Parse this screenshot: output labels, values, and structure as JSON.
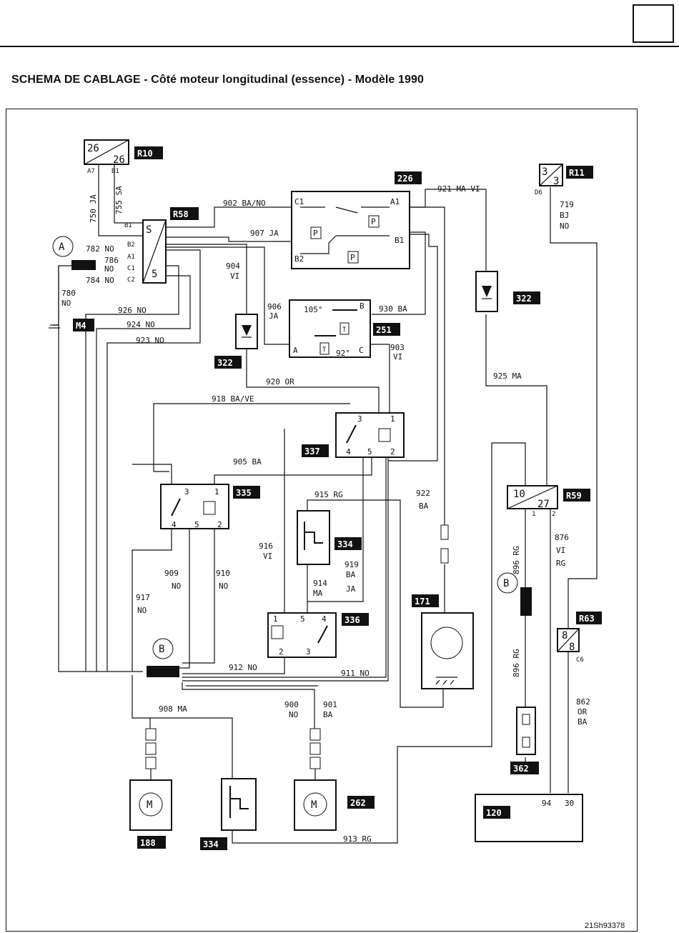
{
  "header": {
    "title": "SCHEMA DE CABLAGE - Côté moteur longitudinal (essence) - Modèle 1990",
    "reference": "21Sh93378"
  },
  "components": {
    "r10": {
      "tag": "R10",
      "pin_left": "26",
      "pin_right": "26",
      "pin_a": "A7",
      "pin_b": "B1"
    },
    "r11": {
      "tag": "R11",
      "pin_left": "3",
      "pin_right": "3",
      "pin_d": "D6"
    },
    "r58": {
      "tag": "R58",
      "pin_top": "S",
      "pin_bottom": "5",
      "pin_b1": "B1",
      "pin_b2": "B2",
      "pin_a1": "A1",
      "pin_c1": "C1",
      "pin_c2": "C2"
    },
    "r59": {
      "tag": "R59",
      "pin_left": "10",
      "pin_right": "27",
      "pin_1": "1",
      "pin_2": "2"
    },
    "r63": {
      "tag": "R63",
      "pin_top": "8",
      "pin_bottom": "8",
      "pin_c": "C6"
    },
    "c226": {
      "tag": "226",
      "c1": "C1",
      "a1": "A1",
      "b1": "B1",
      "b2": "B2",
      "p": "P"
    },
    "c251": {
      "tag": "251",
      "t105": "105°",
      "t92": "92°",
      "a": "A",
      "b": "B",
      "c": "C",
      "t": "T"
    },
    "c322a": {
      "tag": "322"
    },
    "c322b": {
      "tag": "322"
    },
    "c337": {
      "tag": "337",
      "p1": "1",
      "p2": "2",
      "p3": "3",
      "p4": "4",
      "p5": "5"
    },
    "c335": {
      "tag": "335",
      "p1": "1",
      "p2": "2",
      "p3": "3",
      "p4": "4",
      "p5": "5"
    },
    "c336": {
      "tag": "336",
      "p1": "1",
      "p2": "2",
      "p3": "3",
      "p4": "4",
      "p5": "5"
    },
    "c334a": {
      "tag": "334"
    },
    "c334b": {
      "tag": "334"
    },
    "c171": {
      "tag": "171"
    },
    "c362": {
      "tag": "362"
    },
    "c120": {
      "tag": "120",
      "pin94": "94",
      "pin30": "30"
    },
    "c188": {
      "tag": "188",
      "motor": "M"
    },
    "c262": {
      "tag": "262",
      "motor": "M"
    },
    "m4": {
      "tag": "M4"
    },
    "circle_a": "A",
    "circle_b1": "B",
    "circle_b2": "B"
  },
  "wires": {
    "w750": "750 JA",
    "w755": "755 SA",
    "w902": "902 BA/NO",
    "w907": "907 JA",
    "w921": "921 MA VI",
    "w719a": "719",
    "w719b": "BJ",
    "w719c": "NO",
    "w782": "782 NO",
    "w786": "786",
    "w786b": "NO",
    "w784": "784 NO",
    "w780a": "780",
    "w780b": "NO",
    "w904a": "904",
    "w904b": "VI",
    "w906a": "906",
    "w906b": "JA",
    "w930": "930 BA",
    "w926": "926 NO",
    "w924": "924 NO",
    "w923": "923 NO",
    "w903a": "903",
    "w903b": "VI",
    "w920": "920 OR",
    "w918": "918 BA/VE",
    "w925": "925 MA",
    "w905": "905 BA",
    "w915": "915 RG",
    "w922a": "922",
    "w922b": "BA",
    "w916a": "916",
    "w916b": "VI",
    "w919a": "919",
    "w919b": "BA",
    "w919c": "JA",
    "w914a": "914",
    "w914b": "MA",
    "w909a": "909",
    "w909b": "NO",
    "w910a": "910",
    "w910b": "NO",
    "w917a": "917",
    "w917b": "NO",
    "w912": "912 NO",
    "w911": "911 NO",
    "w908": "908 MA",
    "w900a": "900",
    "w900b": "NO",
    "w901a": "901",
    "w901b": "BA",
    "w913": "913 RG",
    "w896a": "896 RG",
    "w896b": "896 RG",
    "w876a": "876",
    "w876b": "VI",
    "w876c": "RG",
    "w862a": "862",
    "w862b": "OR",
    "w862c": "BA"
  }
}
